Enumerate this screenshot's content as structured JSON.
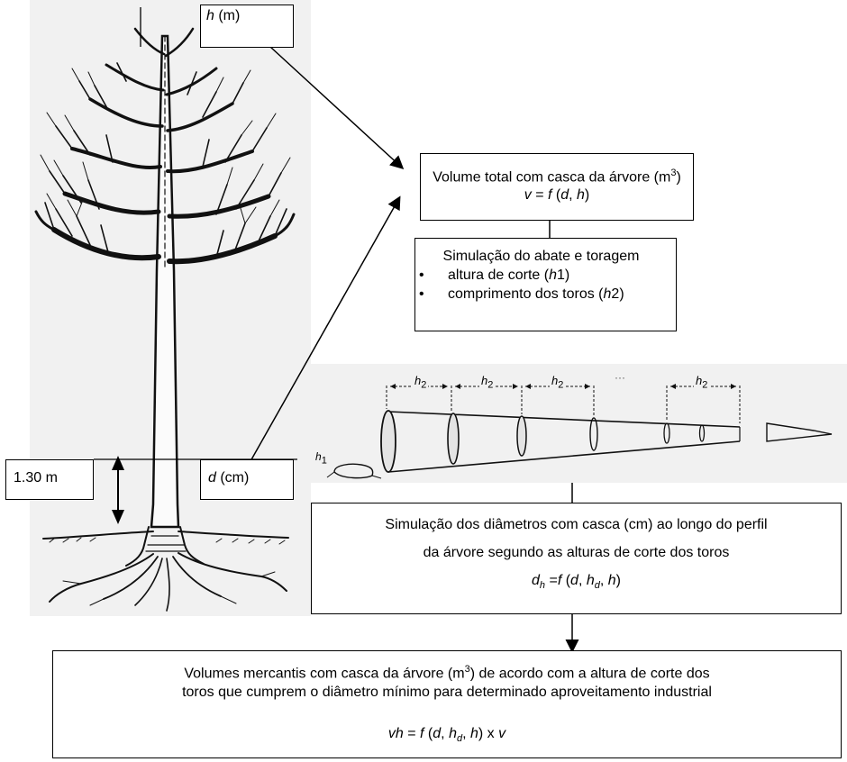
{
  "tree": {
    "h_label_var": "h",
    "h_label_unit": " (m)",
    "d_label_var": "d",
    "d_label_unit": " (cm)",
    "breast_height_label": "1.30 m"
  },
  "box_volume_total": {
    "line1_text": "Volume total com casca da árvore (m",
    "line1_sup": "3",
    "line1_end": ")",
    "formula": {
      "v": "v",
      "eq": " = ",
      "f": "f",
      "open": " (",
      "d": "d",
      "comma": ", ",
      "h": "h",
      "close": ")"
    }
  },
  "box_simulation": {
    "title": "Simulação do abate e toragem",
    "item1_text": "altura de corte (",
    "item1_var": "h",
    "item1_end": "1)",
    "item2_text": "comprimento dos toros (",
    "item2_var": "h",
    "item2_end": "2)"
  },
  "log_diagram": {
    "h2": "h",
    "h2_sub": "2",
    "h1": "h",
    "h1_sub": "1",
    "ellipsis": "···"
  },
  "box_diameters": {
    "line1": "Simulação dos diâmetros com casca (cm) ao longo do perfil",
    "line2": "da árvore segundo as alturas de corte dos toros",
    "formula": {
      "d": "d",
      "d_sub": "h",
      "eq": " =",
      "f": "f",
      "open": " (",
      "d2": "d",
      "comma1": ", ",
      "hd": "h",
      "hd_sub": "d",
      "comma2": ", ",
      "h": "h",
      "close": ")"
    }
  },
  "box_merchantable": {
    "line1_text": "Volumes mercantis com casca da árvore (m",
    "line1_sup": "3",
    "line1_end": ") de acordo com a altura de corte dos",
    "line2": "toros que cumprem o diâmetro mínimo para determinado aproveitamento industrial",
    "formula": {
      "vh": "vh",
      "eq": " = ",
      "f": "f",
      "open": " (",
      "d": "d",
      "comma1": ", ",
      "hd": "h",
      "hd_sub": "d",
      "comma2": ", ",
      "h": "h",
      "close": ")",
      "x": " x ",
      "v": "v"
    }
  }
}
